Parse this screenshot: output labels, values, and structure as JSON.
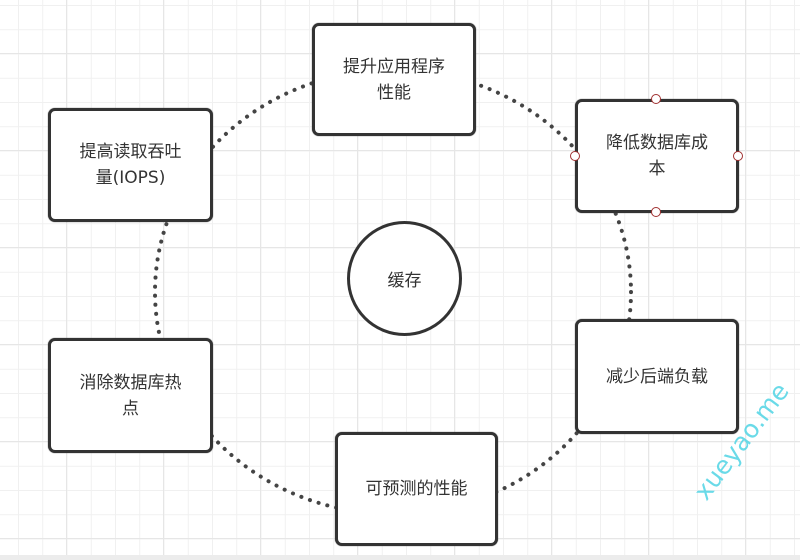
{
  "diagram": {
    "center": {
      "label": "缓存"
    },
    "nodes": [
      {
        "id": "improve-app-performance",
        "lines": [
          "提升应用程序",
          "性能"
        ]
      },
      {
        "id": "reduce-db-cost",
        "lines": [
          "降低数据库成",
          "本"
        ],
        "selected": true
      },
      {
        "id": "reduce-backend-load",
        "lines": [
          "减少后端负载"
        ]
      },
      {
        "id": "predictable-performance",
        "lines": [
          "可预测的性能"
        ]
      },
      {
        "id": "eliminate-db-hotspots",
        "lines": [
          "消除数据库热",
          "点"
        ]
      },
      {
        "id": "increase-read-throughput",
        "lines": [
          "提高读取吞吐",
          "量(IOPS)"
        ]
      }
    ],
    "connector_style": "dotted-ellipse",
    "colors": {
      "stroke": "#333333",
      "text": "#333333",
      "selection_handle": "#a03030",
      "grid": "#e6e6e6"
    }
  },
  "watermark": {
    "text": "xueyao.me",
    "color": "#5ad7e6"
  }
}
